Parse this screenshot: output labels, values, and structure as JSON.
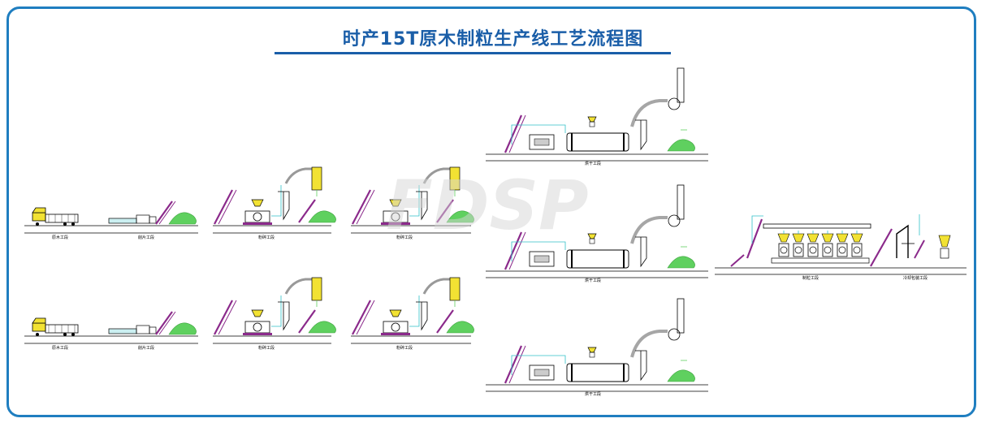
{
  "title": "时产15T原木制粒生产线工艺流程图",
  "watermark": "FDSP",
  "colors": {
    "frame": "#1f7ec0",
    "title": "#1a5ea8",
    "conveyor": "#8b2a8b",
    "pipe": "#30c0c8",
    "hopper": "#f2e233",
    "material": "#5fd05f",
    "line": "#000000"
  },
  "sections": {
    "log_yard": "原木工段",
    "chipping": "削片工段",
    "crushing": "粉碎工段",
    "drying": "烘干工段",
    "pelletizing": "制粒工段",
    "cooling_packing": "冷却包装工段"
  }
}
